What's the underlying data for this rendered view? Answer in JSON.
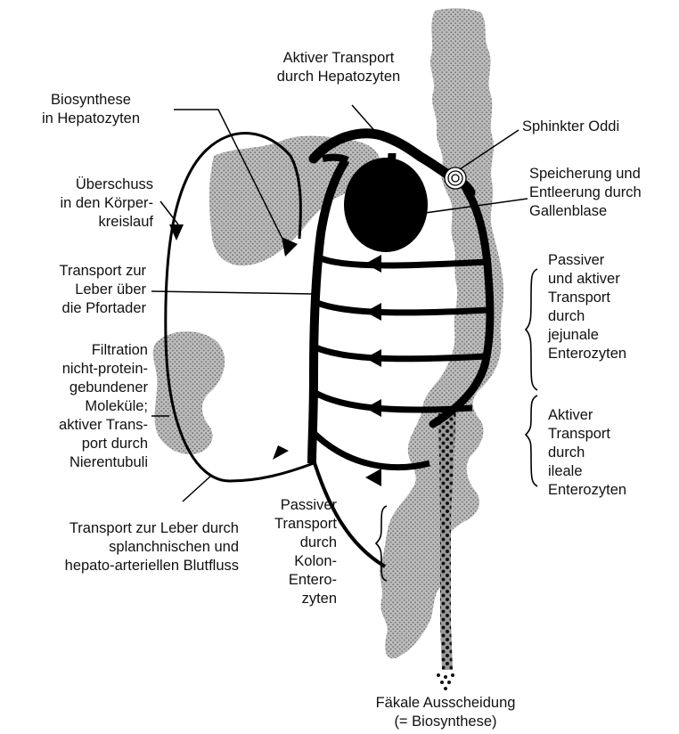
{
  "labels": {
    "aktiver_transport_hepatozyten": [
      "Aktiver Transport",
      "durch Hepatozyten"
    ],
    "biosynthese": [
      "Biosynthese",
      "in Hepatozyten"
    ],
    "sphinkter": [
      "Sphinkter Oddi"
    ],
    "ueberschuss": [
      "Überschuss",
      "in den Körper-",
      "kreislauf"
    ],
    "speicherung": [
      "Speicherung und",
      "Entleerung durch",
      "Gallenblase"
    ],
    "transport_pfortader": [
      "Transport zur",
      "Leber über",
      "die Pfortader"
    ],
    "passiver_aktiver_jejunal": [
      "Passiver",
      "und aktiver",
      "Transport",
      "durch",
      "jejunale",
      "Enterozyten"
    ],
    "filtration": [
      "Filtration",
      "nicht-protein-",
      "gebundener",
      "Moleküle;",
      "aktiver Trans-",
      "port durch",
      "Nierentubuli"
    ],
    "aktiver_ileal": [
      "Aktiver",
      "Transport",
      "durch",
      "ileale",
      "Enterozyten"
    ],
    "transport_blutfluss": [
      "Transport zur Leber durch",
      "splanchnischen und",
      "hepato-arteriellen Blutfluss"
    ],
    "passiver_kolon": [
      "Passiver",
      "Transport",
      "durch",
      "Kolon-",
      "Entero-",
      "zyten"
    ],
    "faekale": [
      "Fäkale Ausscheidung",
      "(= Biosynthese)"
    ]
  }
}
